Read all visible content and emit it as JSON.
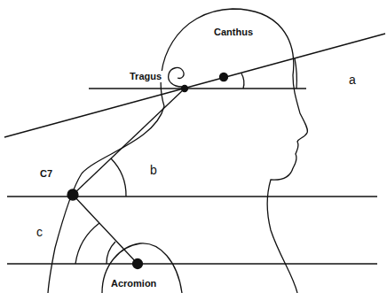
{
  "diagram": {
    "labels": [
      "Canthus",
      "Tragus",
      "C7",
      "a",
      "b",
      "c",
      "Acromion"
    ]
  }
}
